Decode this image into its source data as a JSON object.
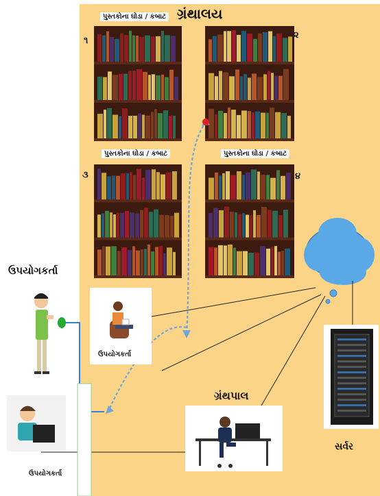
{
  "title": "ગ્રંથાલય",
  "shelves": [
    {
      "number": "૧",
      "label": "પુસ્તકોના ઘોડા / કબાટ"
    },
    {
      "number": "૨",
      "label": ""
    },
    {
      "number": "૩",
      "label": "પુસ્તકોના ઘોડા / કબાટ"
    },
    {
      "number": "૪",
      "label": "પુસ્તકોના ઘોડા / કબાટ"
    }
  ],
  "users": {
    "standing_label": "ઉપયોગકર્તા",
    "inside_label": "ઉપયોગકર્તા",
    "desk_label": "ઉપયોગકર્તા"
  },
  "librarian_label": "ગ્રંથપાલ",
  "server_label": "સર્વર",
  "colors": {
    "library_bg": "#FBD487",
    "shelf_wood": "#3B1A10",
    "cloud": "#5AA9E6",
    "link_arrow": "#6FA6D8",
    "red_marker": "#E02020",
    "green_marker": "#22AA33"
  }
}
